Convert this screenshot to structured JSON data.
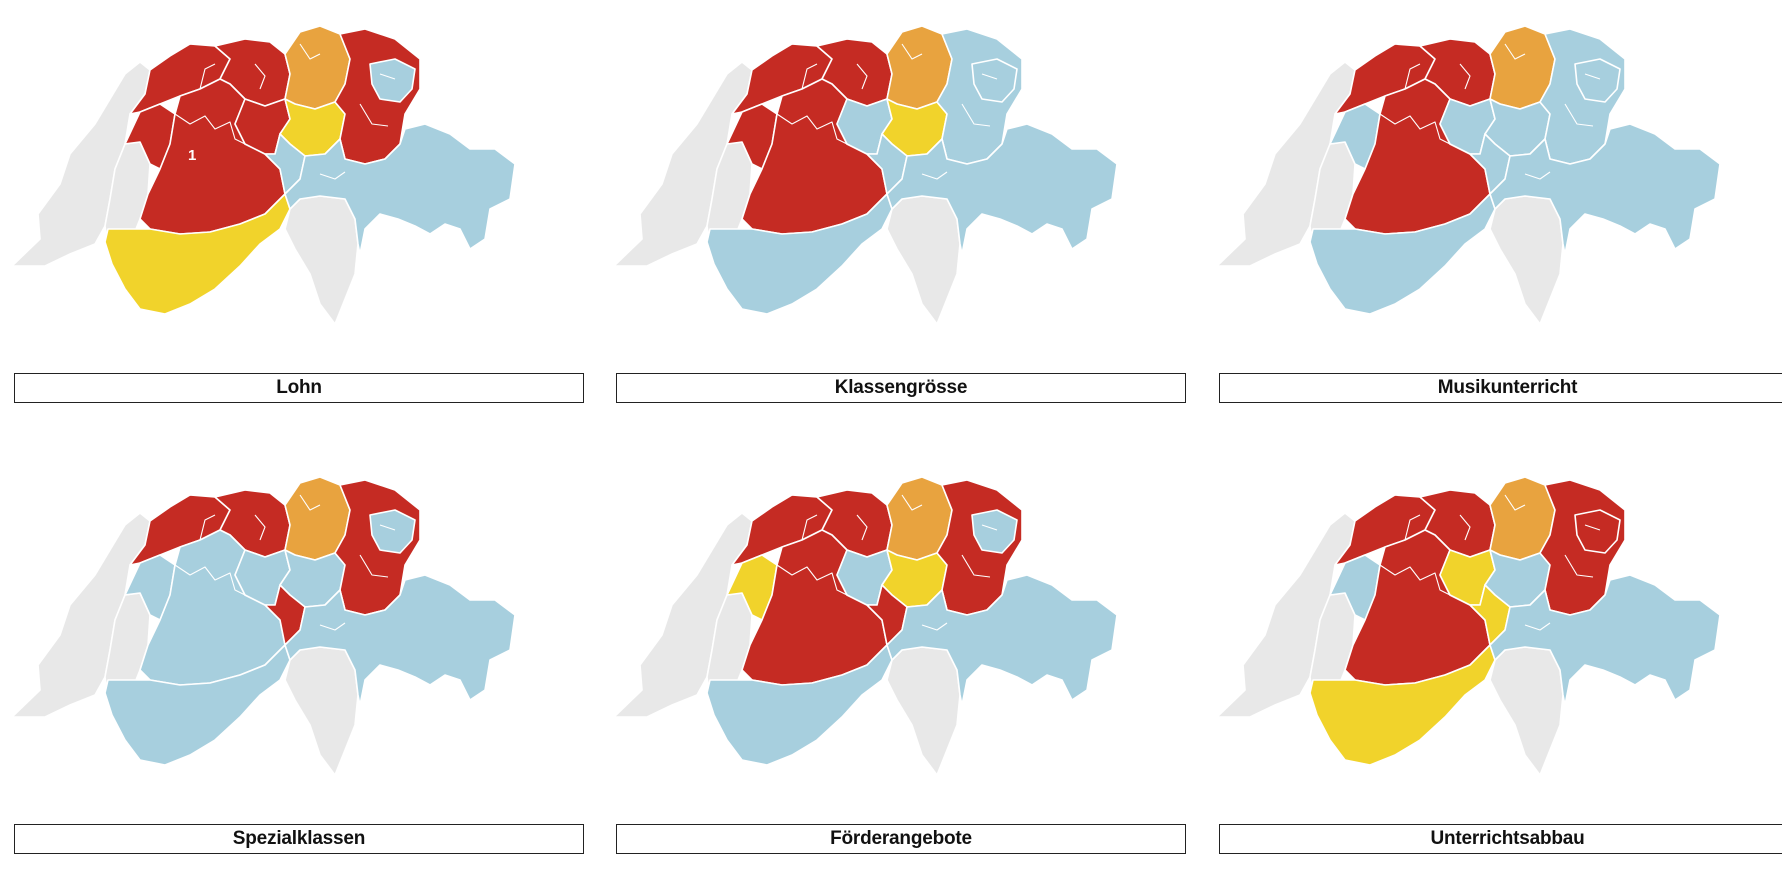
{
  "colors": {
    "red": "#c52b23",
    "orange": "#e8a33f",
    "yellow": "#f1d32b",
    "blue": "#a7cfde",
    "grey": "#e8e8e8"
  },
  "maps": [
    {
      "label": "Lohn",
      "marker": "1",
      "regions": {
        "west": "grey",
        "jura": "red",
        "north": "red",
        "bern": "red",
        "zurich": "orange",
        "east": "red",
        "central": "yellow",
        "centralsouth": "blue",
        "valais": "yellow",
        "ticino": "grey",
        "graubunden": "blue",
        "vaud": "grey",
        "fribourg": "red",
        "lucerne": "red",
        "stgallen": "blue"
      }
    },
    {
      "label": "Klassengrösse",
      "regions": {
        "west": "grey",
        "jura": "red",
        "north": "red",
        "bern": "red",
        "zurich": "orange",
        "east": "blue",
        "central": "yellow",
        "centralsouth": "blue",
        "valais": "blue",
        "ticino": "grey",
        "graubunden": "blue",
        "vaud": "grey",
        "fribourg": "red",
        "lucerne": "blue",
        "stgallen": "blue"
      }
    },
    {
      "label": "Musikunterricht",
      "regions": {
        "west": "grey",
        "jura": "red",
        "north": "red",
        "bern": "red",
        "zurich": "orange",
        "east": "blue",
        "central": "blue",
        "centralsouth": "blue",
        "valais": "blue",
        "ticino": "grey",
        "graubunden": "blue",
        "vaud": "grey",
        "fribourg": "blue",
        "lucerne": "blue",
        "stgallen": "blue"
      }
    },
    {
      "label": "Spezialklassen",
      "regions": {
        "west": "grey",
        "jura": "red",
        "north": "red",
        "bern": "blue",
        "zurich": "orange",
        "east": "red",
        "central": "blue",
        "centralsouth": "red",
        "valais": "blue",
        "ticino": "grey",
        "graubunden": "blue",
        "vaud": "grey",
        "fribourg": "blue",
        "lucerne": "blue",
        "stgallen": "blue"
      }
    },
    {
      "label": "Förderangebote",
      "regions": {
        "west": "grey",
        "jura": "red",
        "north": "red",
        "bern": "red",
        "zurich": "orange",
        "east": "red",
        "central": "yellow",
        "centralsouth": "red",
        "valais": "blue",
        "ticino": "grey",
        "graubunden": "blue",
        "vaud": "grey",
        "fribourg": "yellow",
        "lucerne": "blue",
        "stgallen": "blue"
      }
    },
    {
      "label": "Unterrichtsabbau",
      "regions": {
        "west": "grey",
        "jura": "red",
        "north": "red",
        "bern": "red",
        "zurich": "orange",
        "east": "red",
        "central": "blue",
        "centralsouth": "yellow",
        "valais": "yellow",
        "ticino": "grey",
        "graubunden": "blue",
        "vaud": "grey",
        "fribourg": "blue",
        "lucerne": "yellow",
        "stgallen": "red"
      }
    }
  ]
}
